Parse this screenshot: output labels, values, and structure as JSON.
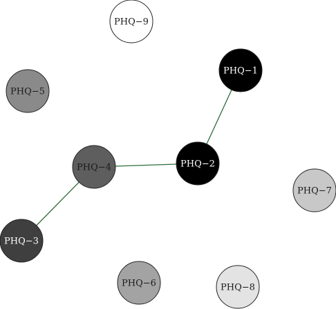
{
  "nodes": [
    {
      "id": "PHQ-1",
      "label": "PHQ−1",
      "fill": "#000000",
      "text_color": "#ffffff"
    },
    {
      "id": "PHQ-2",
      "label": "PHQ−2",
      "fill": "#000000",
      "text_color": "#ffffff"
    },
    {
      "id": "PHQ-3",
      "label": "PHQ−3",
      "fill": "#3f3f3f",
      "text_color": "#ffffff"
    },
    {
      "id": "PHQ-4",
      "label": "PHQ−4",
      "fill": "#5e5e5e",
      "text_color": "#1a1a1a"
    },
    {
      "id": "PHQ-5",
      "label": "PHQ−5",
      "fill": "#8a8a8a",
      "text_color": "#1a1a1a"
    },
    {
      "id": "PHQ-6",
      "label": "PHQ−6",
      "fill": "#a3a3a3",
      "text_color": "#1a1a1a"
    },
    {
      "id": "PHQ-7",
      "label": "PHQ−7",
      "fill": "#c8c8c8",
      "text_color": "#1a1a1a"
    },
    {
      "id": "PHQ-8",
      "label": "PHQ−8",
      "fill": "#e3e3e3",
      "text_color": "#1a1a1a"
    },
    {
      "id": "PHQ-9",
      "label": "PHQ−9",
      "fill": "#ffffff",
      "text_color": "#1a1a1a"
    }
  ],
  "edges": [
    {
      "source": "PHQ-1",
      "target": "PHQ-2"
    },
    {
      "source": "PHQ-2",
      "target": "PHQ-4"
    },
    {
      "source": "PHQ-4",
      "target": "PHQ-3"
    }
  ],
  "colors": {
    "edge": "#2e6b3a",
    "node_stroke": "#222222",
    "background": "#ffffff"
  }
}
